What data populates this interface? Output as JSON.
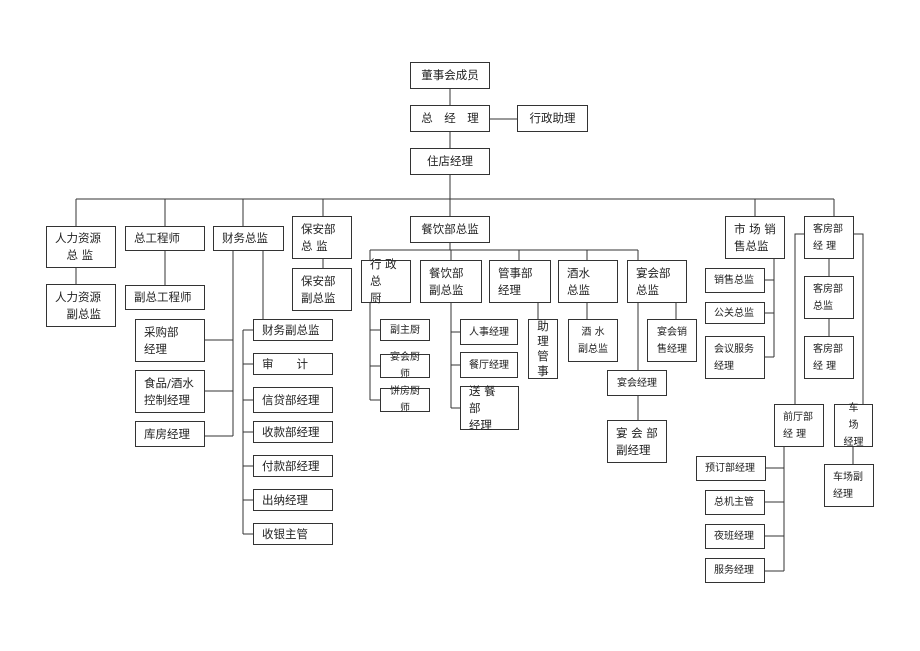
{
  "title": "酒店组织架构图",
  "nodes": {
    "board": "董事会成员",
    "gm": "总　经　理",
    "admin_assistant": "行政助理",
    "resident_manager": "住店经理",
    "hr_director": "人力资源\n　总 监",
    "hr_deputy": "人力资源\n　副总监",
    "chief_engineer": "总工程师",
    "deputy_chief_engineer": "副总工程师",
    "finance_director": "财务总监",
    "security_director": "保安部\n总 监",
    "security_deputy": "保安部\n副总监",
    "purchasing_manager": "采购部\n经理",
    "food_beverage_control": "食品/酒水\n控制经理",
    "warehouse_manager": "库房经理",
    "finance_deputy": "财务副总监",
    "audit": "审　　计",
    "credit_manager": "信贷部经理",
    "receipts_manager": "收款部经理",
    "payments_manager": "付款部经理",
    "cashier_manager": "出纳经理",
    "cashier_supervisor": "收银主管",
    "fb_director": "餐饮部总监",
    "executive_chef": "行 政\n总　厨",
    "fb_deputy": "餐饮部\n副总监",
    "stewarding_manager": "管事部\n经理",
    "beverage_director": "酒水\n总监",
    "banquet_director": "宴会部\n总监",
    "sous_chef": "副主厨",
    "banquet_chef": "宴会厨师",
    "pastry_chef": "饼房厨师",
    "personnel_manager": "人事经理",
    "restaurant_manager": "餐厅经理",
    "room_service_manager": "送 餐 部\n经理",
    "assistant_steward": "助\n理\n管\n事",
    "beverage_deputy": "酒 水\n副总监",
    "banquet_sales_manager": "宴会销\n售经理",
    "banquet_manager": "宴会经理",
    "banquet_deputy_manager": "宴 会 部\n副经理",
    "sales_marketing_director": "市 场 销\n售总监",
    "sales_director": "销售总监",
    "pr_director": "公关总监",
    "conference_manager": "会议服务\n经理",
    "rooms_manager_top": "客房部\n经 理",
    "rooms_director": "客房部\n总监",
    "rooms_manager": "客房部\n经 理",
    "front_office_manager": "前厅部\n经 理",
    "parking_manager": "车 场\n经理",
    "parking_deputy": "车场副\n经理",
    "reservations_manager": "预订部经理",
    "operator_supervisor": "总机主管",
    "night_manager": "夜班经理",
    "service_manager": "服务经理"
  }
}
